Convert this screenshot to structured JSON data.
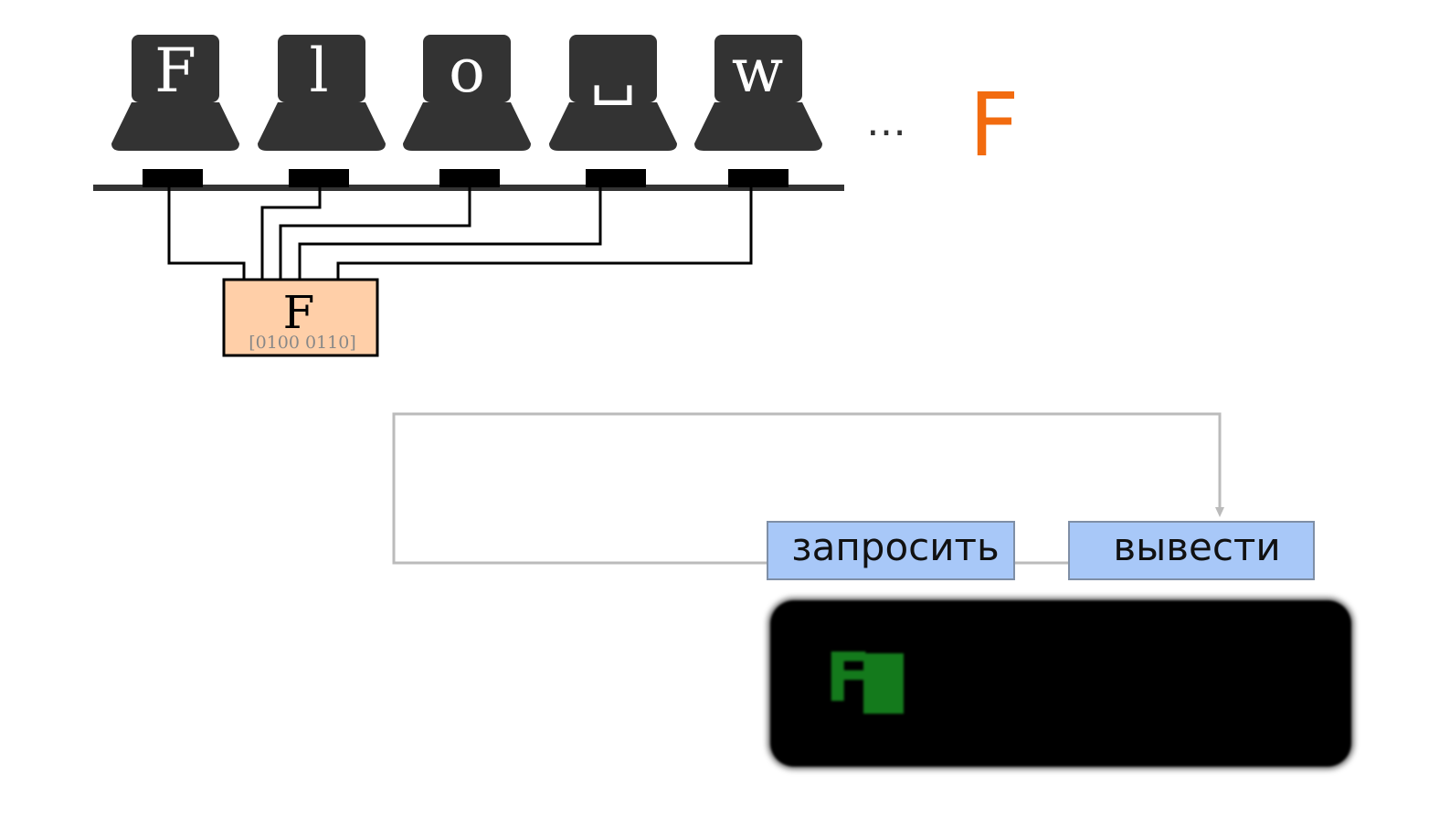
{
  "keys": [
    {
      "glyph": "F"
    },
    {
      "glyph": "l"
    },
    {
      "glyph": "o"
    },
    {
      "glyph": "␣"
    },
    {
      "glyph": "w"
    }
  ],
  "ellipsis": "…",
  "current_char": "F",
  "register": {
    "char": "F",
    "bits": "[0100 0110]"
  },
  "actions": {
    "request_label": "запросить",
    "print_label": "вывести"
  },
  "terminal": {
    "output": "F"
  },
  "colors": {
    "computer": "#333333",
    "bus": "#333333",
    "highlight": "#f26b0f",
    "register_fill": "#ffcfa8",
    "action_fill": "#a8c8f8",
    "action_border": "#7f8fa6",
    "loop_line": "#bbbbbb",
    "terminal_bg": "#000000",
    "terminal_text": "#147a1c"
  }
}
